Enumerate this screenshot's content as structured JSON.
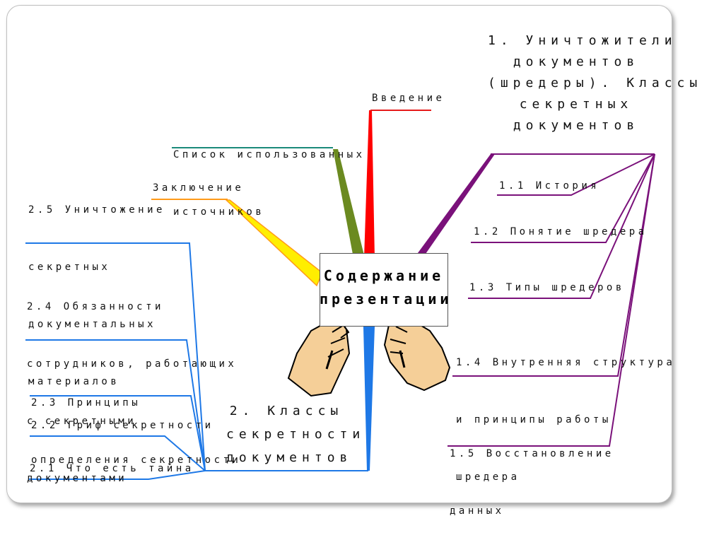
{
  "center": {
    "line1": "Содержание",
    "line2": "презентации"
  },
  "nodes": {
    "intro": "Введение",
    "sources": [
      "Список использованных",
      "источников"
    ],
    "conclusion": "Заключение",
    "shredders": [
      "1.  Уничтожители",
      "документов",
      "(шредеры). Классы",
      "секретных",
      "документов"
    ],
    "s1_1": "1.1 История",
    "s1_2": "1.2 Понятие шредера",
    "s1_3": "1.3 Типы шредеров",
    "s1_4": [
      "1.4 Внутренняя структура",
      "и принципы работы",
      "шредера"
    ],
    "s1_5": [
      "1.5 Восстановление",
      "данных"
    ],
    "classes": [
      "2.  Классы",
      "секретности",
      "документов"
    ],
    "s2_1": "2.1 Что есть тайна",
    "s2_2": "2.2 Гриф секретности",
    "s2_3": [
      "2.3 Принципы",
      "определения секретности"
    ],
    "s2_4": [
      "2.4 Обязанности",
      "сотрудников, работающих",
      "с секретными",
      "документами"
    ],
    "s2_5": [
      "2.5 Уничтожение",
      "секретных",
      "документальных",
      "материалов"
    ]
  },
  "colors": {
    "intro": "#ff0000",
    "sources": "#1a8a7a",
    "conclusion": "#ff9a1a",
    "shredders": "#7a117a",
    "classes": "#1e78e6",
    "hand": "#f5cf98"
  }
}
